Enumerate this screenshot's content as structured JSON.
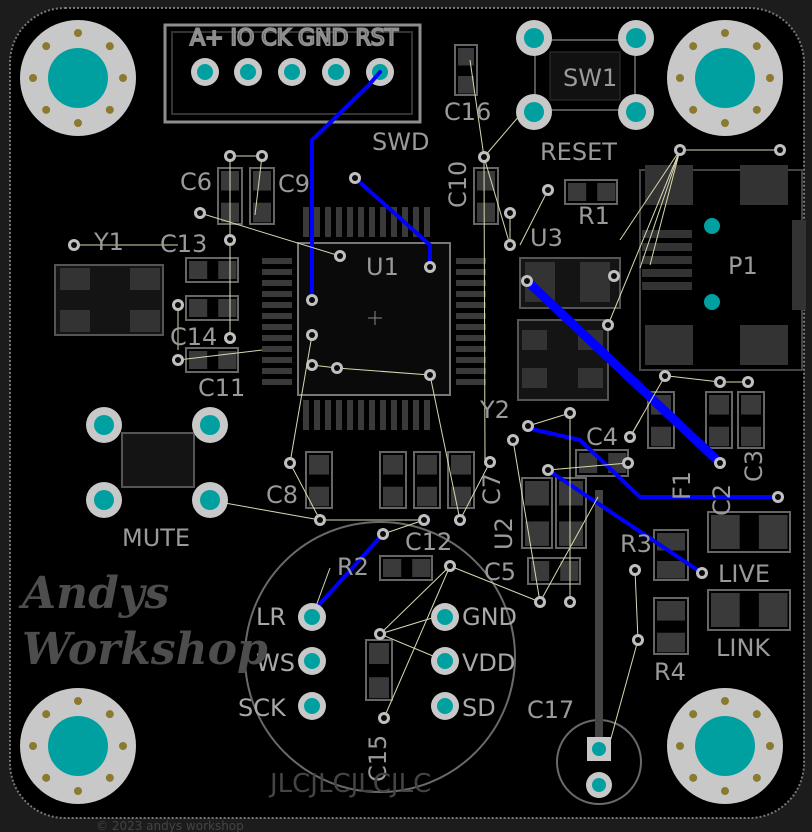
{
  "board": {
    "logo_line1": "Andys",
    "logo_line2": "Workshop",
    "bottom_mirrored_text": "JLCJLCJLCJLC",
    "footer_text": "© 2023 andys workshop"
  },
  "header": {
    "pins_label": "A+ IO CK GND RST",
    "name": "SWD"
  },
  "components": {
    "U1": "U1",
    "U2": "U2",
    "U3": "U3",
    "Y1": "Y1",
    "Y2": "Y2",
    "P1": "P1",
    "SW1": "SW1",
    "F1": "F1",
    "R1": "R1",
    "R2": "R2",
    "R3": "R3",
    "R4": "R4",
    "C2": "C2",
    "C3": "C3",
    "C4": "C4",
    "C5": "C5",
    "C6": "C6",
    "C7": "C7",
    "C8": "C8",
    "C9": "C9",
    "C10": "C10",
    "C11": "C11",
    "C12": "C12",
    "C13": "C13",
    "C14": "C14",
    "C15": "C15",
    "C16": "C16",
    "C17": "C17"
  },
  "buttons": {
    "reset": "RESET",
    "mute": "MUTE"
  },
  "leds": {
    "live": "LIVE",
    "link": "LINK"
  },
  "mic_pins": {
    "lr": "LR",
    "ws": "WS",
    "sck": "SCK",
    "gnd": "GND",
    "vdd": "VDD",
    "sd": "SD"
  },
  "colors": {
    "board": "#000000",
    "pad": "#00a0a0",
    "copper_ring": "#c8c8c8",
    "smd_pad": "#3a3a3a",
    "trace": "#0000ff",
    "ratsnest": "#d8d8b0",
    "silkscreen": "#9a9a9a",
    "via_ring": "#c0c0c0",
    "hole_dot": "#8a7a30"
  }
}
